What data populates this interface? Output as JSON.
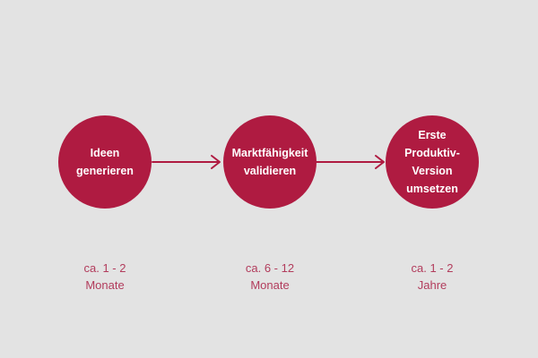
{
  "colors": {
    "background": "#E3E3E3",
    "accent": "#AF1B41",
    "circle_text": "#FFFFFF",
    "duration_text": "#B23C5C"
  },
  "diagram": {
    "type": "process-flow",
    "stages": [
      {
        "circle_label": "Ideen\ngenerieren",
        "duration": "ca. 1 - 2\nMonate"
      },
      {
        "circle_label": "Marktfähigkeit\nvalidieren",
        "duration": "ca. 6 - 12\nMonate"
      },
      {
        "circle_label": "Erste\nProduktiv-\nVersion\numsetzen",
        "duration": "ca. 1 - 2\nJahre"
      }
    ],
    "connectors": [
      "arrow-right",
      "arrow-right"
    ]
  }
}
